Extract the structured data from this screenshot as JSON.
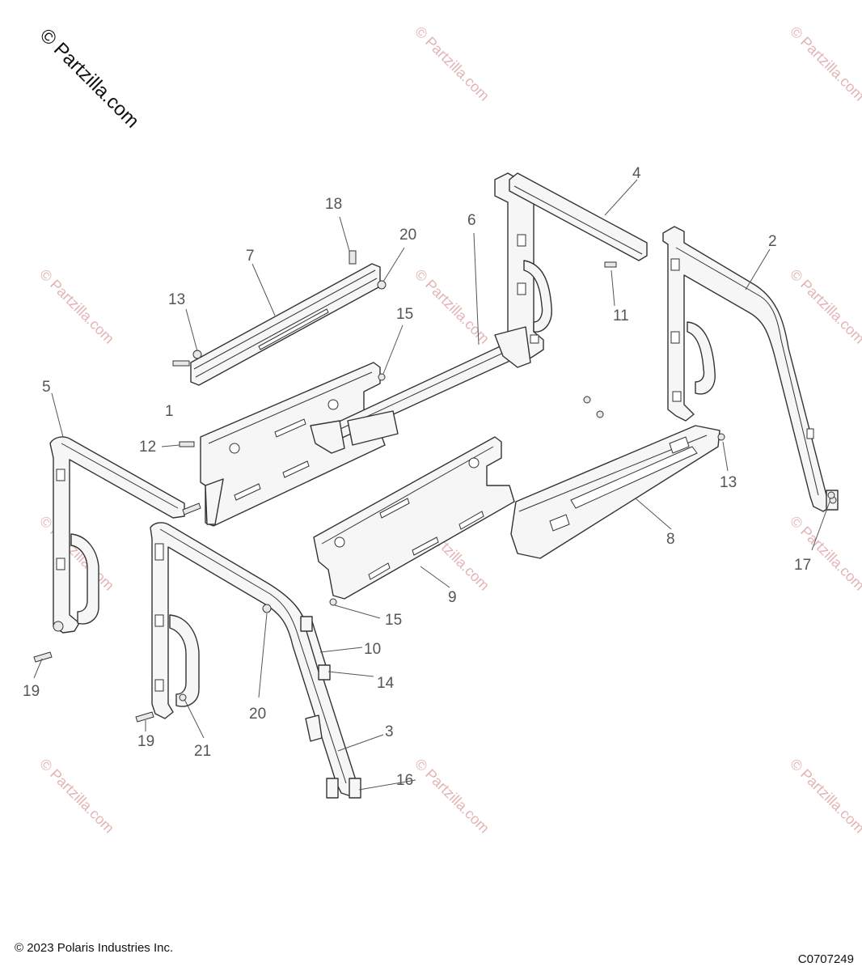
{
  "watermark": {
    "main": "© Partzilla.com",
    "repeat": "© Partzilla.com"
  },
  "copyright": "© 2023 Polaris Industries Inc.",
  "diagram_code": "C0707249",
  "callouts": {
    "c1": "1",
    "c2": "2",
    "c3": "3",
    "c4": "4",
    "c5": "5",
    "c6": "6",
    "c7": "7",
    "c8": "8",
    "c9": "9",
    "c10": "10",
    "c11": "11",
    "c12": "12",
    "c13a": "13",
    "c13b": "13",
    "c14": "14",
    "c15a": "15",
    "c15b": "15",
    "c16": "16",
    "c17": "17",
    "c18": "18",
    "c19a": "19",
    "c19b": "19",
    "c20a": "20",
    "c20b": "20",
    "c21": "21"
  }
}
